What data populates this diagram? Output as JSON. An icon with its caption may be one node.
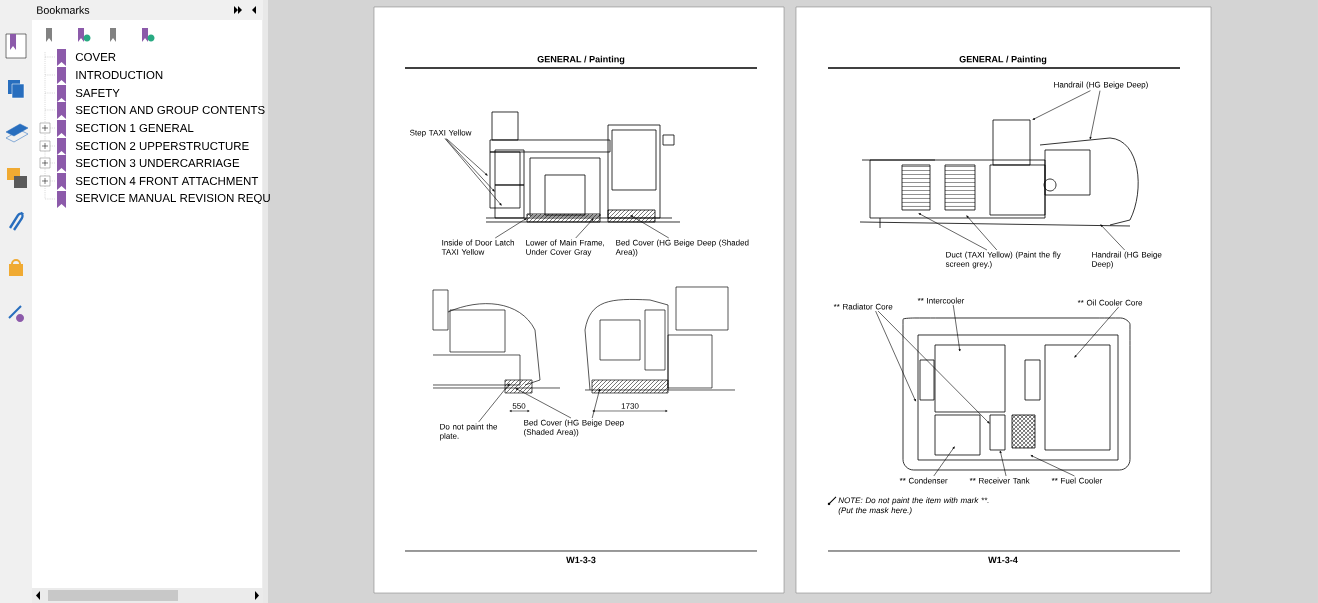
{
  "diagram": {
    "nodes": [
      {
        "text": [
          "Step TAXI Yellow"
        ]
      },
      {
        "text": [
          "Inside of Door Latch TAXI Yellow"
        ]
      },
      {
        "text": [
          "Lower of Main Frame, Under Cover Gray"
        ]
      },
      {
        "text": [
          "Bed Cover (HG Beige Deep (Shaded Area))"
        ]
      },
      {
        "text": [
          "Do not paint the plate."
        ]
      },
      {
        "text": [
          "Bed Cover (HG Beige Deep (Shaded Area))"
        ]
      },
      {
        "text": [
          "Handrail (HG Beige Deep)"
        ]
      },
      {
        "text": [
          "Duct (TAXI Yellow) (Paint the fly screen grey.)"
        ]
      },
      {
        "text": [
          "Handrail (HG Beige Deep)"
        ]
      },
      {
        "text": [
          "** Intercooler"
        ]
      },
      {
        "text": [
          "** Oil Cooler Core"
        ]
      },
      {
        "text": [
          "** Radiator Core"
        ]
      },
      {
        "text": [
          "** Condenser"
        ]
      },
      {
        "text": [
          "** Receiver Tank"
        ]
      },
      {
        "text": [
          "** Fuel Cooler"
        ]
      },
      {
        "text": [],
        "shape": "picture"
      },
      {
        "text": [],
        "shape": "picture"
      },
      {
        "text": [],
        "shape": "picture"
      },
      {
        "text": [],
        "shape": "picture"
      },
      {
        "text": [],
        "shape": "picture"
      }
    ],
    "edges": [
      {
        "from": 0,
        "to": 15,
        "arrow": "to"
      },
      {
        "from": 0,
        "to": 15,
        "arrow": "to"
      },
      {
        "from": 0,
        "to": 15,
        "arrow": "to"
      },
      {
        "from": 1,
        "to": 15,
        "arrow": "to"
      },
      {
        "from": 2,
        "to": 15,
        "arrow": "to"
      },
      {
        "from": 3,
        "to": 15,
        "arrow": "to"
      },
      {
        "from": 4,
        "to": 16,
        "arrow": "to"
      },
      {
        "from": 5,
        "to": 16,
        "arrow": "to"
      },
      {
        "from": 5,
        "to": 17,
        "arrow": "to"
      },
      {
        "from": 6,
        "to": 18,
        "arrow": "to"
      },
      {
        "from": 6,
        "to": 18,
        "arrow": "to"
      },
      {
        "from": 7,
        "to": 18,
        "arrow": "to"
      },
      {
        "from": 7,
        "to": 18,
        "arrow": "to"
      },
      {
        "from": 8,
        "to": 18,
        "arrow": "to"
      },
      {
        "from": 9,
        "to": 19,
        "arrow": "to"
      },
      {
        "from": 10,
        "to": 19,
        "arrow": "to"
      },
      {
        "from": 11,
        "to": 19,
        "arrow": "to"
      },
      {
        "from": 11,
        "to": 19,
        "arrow": "to"
      },
      {
        "from": 12,
        "to": 19,
        "arrow": "to"
      },
      {
        "from": 13,
        "to": 19,
        "arrow": "to"
      },
      {
        "from": 14,
        "to": 19,
        "arrow": "to"
      }
    ],
    "labels": [
      "Bookmarks",
      "COVER",
      "INTRODUCTION",
      "SAFETY",
      "SECTION AND GROUP CONTENTS",
      "SECTION 1 GENERAL",
      "SECTION 2 UPPERSTRUCTURE",
      "SECTION 3 UNDERCARRIAGE",
      "SECTION 4 FRONT ATTACHMENT",
      "SERVICE MANUAL REVISION REQU",
      "GENERAL / Painting",
      "550",
      "1730",
      "W1-3-3",
      "GENERAL / Painting",
      "NOTE: Do not paint the item with mark **. (Put the mask here.)",
      "W1-3-4"
    ]
  }
}
